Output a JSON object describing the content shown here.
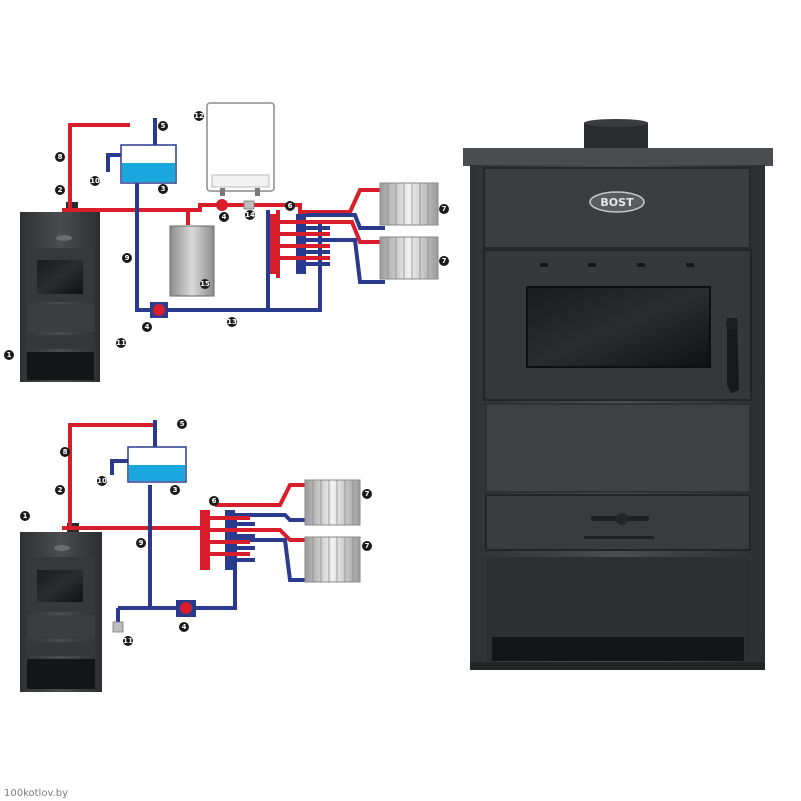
{
  "brand": "BOST",
  "watermark": "100kotlov.by",
  "labels_top": [
    "1",
    "2",
    "3",
    "4",
    "5",
    "6",
    "7",
    "7",
    "8",
    "9",
    "10",
    "11",
    "12",
    "13",
    "14",
    "15"
  ],
  "labels_bottom": [
    "1",
    "2",
    "3",
    "4",
    "5",
    "6",
    "7",
    "7",
    "8",
    "9",
    "10",
    "11"
  ],
  "colors": {
    "supply_pipe": "#d81e2a",
    "return_pipe": "#2a3b8f",
    "stove_body": "#3d3f42",
    "tank_water": "#1aa7dd",
    "marker": "#1a1a1a"
  }
}
